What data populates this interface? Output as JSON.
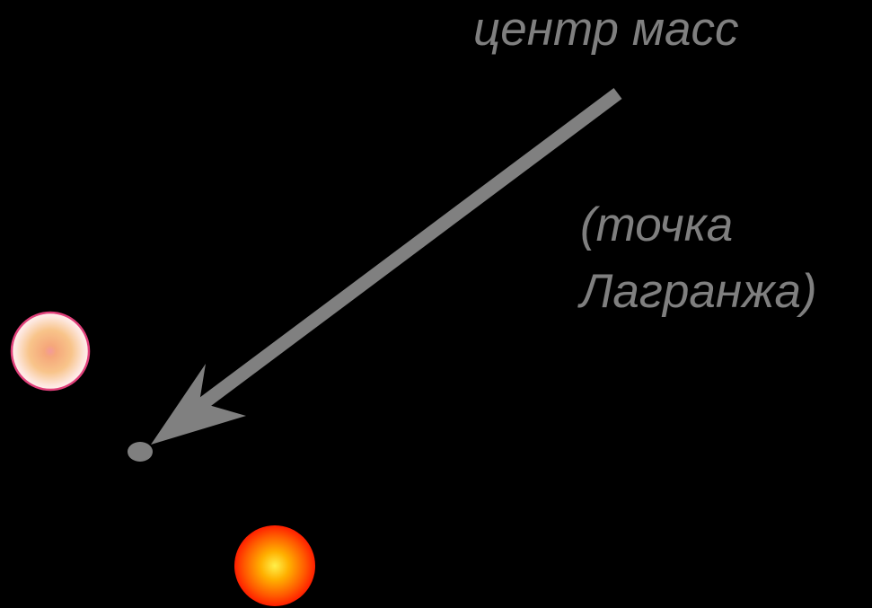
{
  "labels": {
    "center_of_mass": "центр масс",
    "lagrange_line1": "(точка",
    "lagrange_line2": "Лагранжа)"
  },
  "colors": {
    "background": "#000000",
    "text": "#7f7f7f",
    "arrow": "#808080",
    "center_point": "#7f7f7f",
    "star1_center": "#f7a0a0",
    "star1_mid": "#f5b070",
    "star1_edge": "#fde8e0",
    "star1_ring": "#e0407a",
    "star2_center": "#ffef40",
    "star2_mid": "#ff9000",
    "star2_edge": "#ff2000"
  }
}
